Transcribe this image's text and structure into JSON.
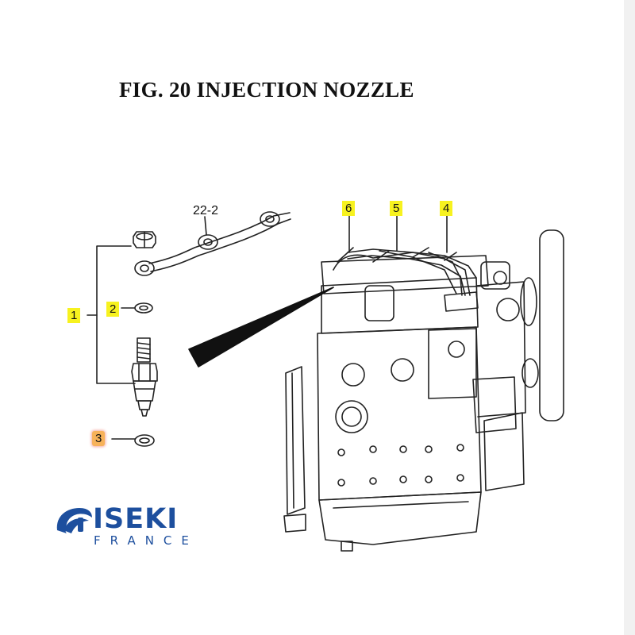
{
  "figure": {
    "title": "FIG. 20  INJECTION NOZZLE"
  },
  "callouts": {
    "c1": "1",
    "c2": "2",
    "c3": "3",
    "c4": "4",
    "c5": "5",
    "c6": "6",
    "c22_2": "22-2"
  },
  "brand": {
    "name": "ISEKI",
    "region": "FRANCE",
    "color": "#1d4f9e"
  },
  "colors": {
    "callout_highlight": "#f7f21f",
    "selected_callout": "#f7b25a",
    "line": "#222222"
  }
}
